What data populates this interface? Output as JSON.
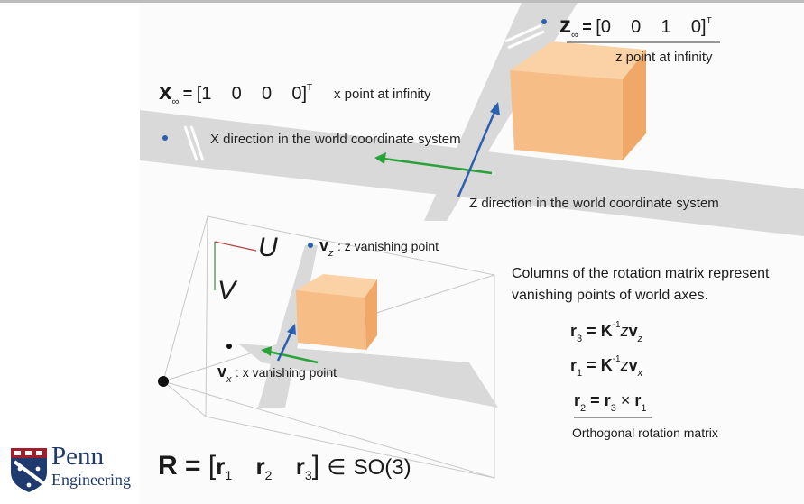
{
  "labels": {
    "x_inf_sym": "x",
    "x_inf_sub": "∞",
    "x_inf_vec": "1    0    0    0",
    "x_inf_T": "T",
    "x_inf_desc": "x point at infinity",
    "z_inf_sym": "z",
    "z_inf_sub": "∞",
    "z_inf_vec": "0    0    1    0",
    "z_inf_T": "T",
    "z_inf_desc": "z point at infinity",
    "x_dir": "X direction in the world coordinate system",
    "z_dir": "Z direction in the world coordinate system",
    "U": "U",
    "V": "V",
    "vz_sym": "v",
    "vz_sub": "z",
    "vz_desc": ": z vanishing point",
    "vx_sym": "v",
    "vx_sub": "x",
    "vx_desc": ": x vanishing point",
    "caption_line1": "Columns of the rotation matrix represent",
    "caption_line2": "vanishing points of world axes.",
    "r3_eq": {
      "lhs": "r",
      "lhs_sub": "3",
      "K": "K",
      "K_sup": "-1",
      "z": "z",
      "v": "v",
      "v_sub": "z"
    },
    "r1_eq": {
      "lhs": "r",
      "lhs_sub": "1",
      "K": "K",
      "K_sup": "-1",
      "z": "z",
      "v": "v",
      "v_sub": "x"
    },
    "r2_eq": {
      "lhs": "r",
      "lhs_sub": "2",
      "a": "r",
      "a_sub": "3",
      "op": "×",
      "b": "r",
      "b_sub": "1"
    },
    "orthogonal": "Orthogonal rotation matrix",
    "R_eq": {
      "R": "R",
      "r1": "r",
      "r1_sub": "1",
      "r2": "r",
      "r2_sub": "2",
      "r3": "r",
      "r3_sub": "3",
      "in": "∈",
      "group": "SO(3)"
    }
  },
  "logo": {
    "name": "Penn",
    "subname": "Engineering"
  },
  "colors": {
    "road": "#d9d9d9",
    "box_front": "#f7bd86",
    "box_side": "#f0a868",
    "box_top": "#fbd2a6",
    "arrow_green": "#2aa23a",
    "arrow_blue": "#2b5fb0",
    "dot_blue": "#2b5fb0",
    "axis_u": "#b04040",
    "axis_v": "#3a8a3a",
    "logo_blue": "#1f3a6e",
    "logo_red": "#a01f2d"
  }
}
